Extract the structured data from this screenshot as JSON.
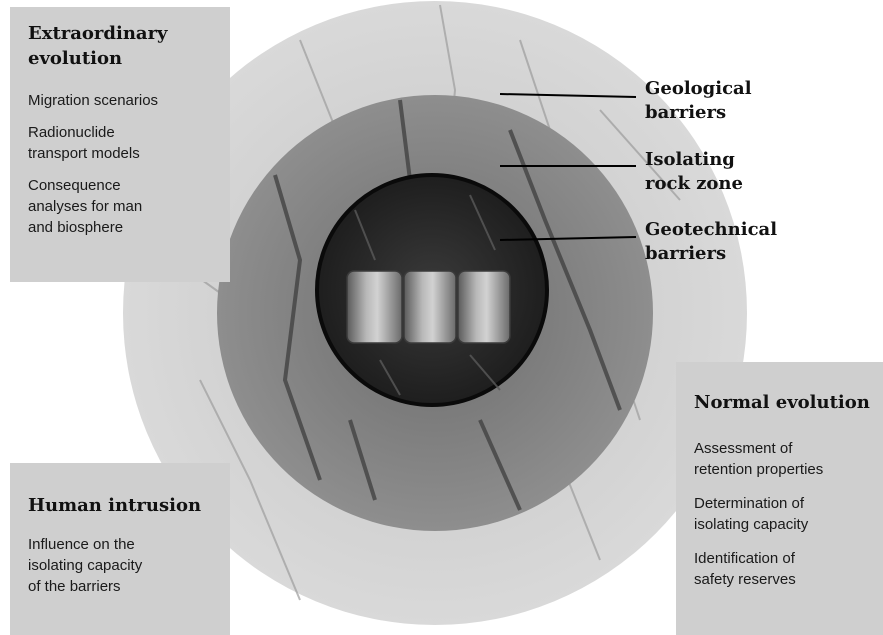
{
  "panels": {
    "extraordinary": {
      "title": "Extraordinary\nevolution",
      "items": [
        "Migration scenarios",
        "Radionuclide\ntransport models",
        "Consequence\nanalyses for man\nand biosphere"
      ]
    },
    "human_intrusion": {
      "title": "Human intrusion",
      "items": [
        "Influence on the\nisolating capacity\nof the barriers"
      ]
    },
    "normal": {
      "title": "Normal evolution",
      "items": [
        "Assessment of\nretention properties",
        "Determination of\nisolating capacity",
        "Identification of\nsafety reserves"
      ]
    }
  },
  "callouts": {
    "geological": "Geological\nbarriers",
    "isolating": "Isolating\nrock zone",
    "geotechnical": "Geotechnical\nbarriers"
  },
  "colors": {
    "panel_bg": "#cfcfcf",
    "outer_ring": "#bdbdbd",
    "middle_ring": "#7f7f7f",
    "inner_core": "#2e2e2e",
    "canister": "#a9a9a9"
  }
}
